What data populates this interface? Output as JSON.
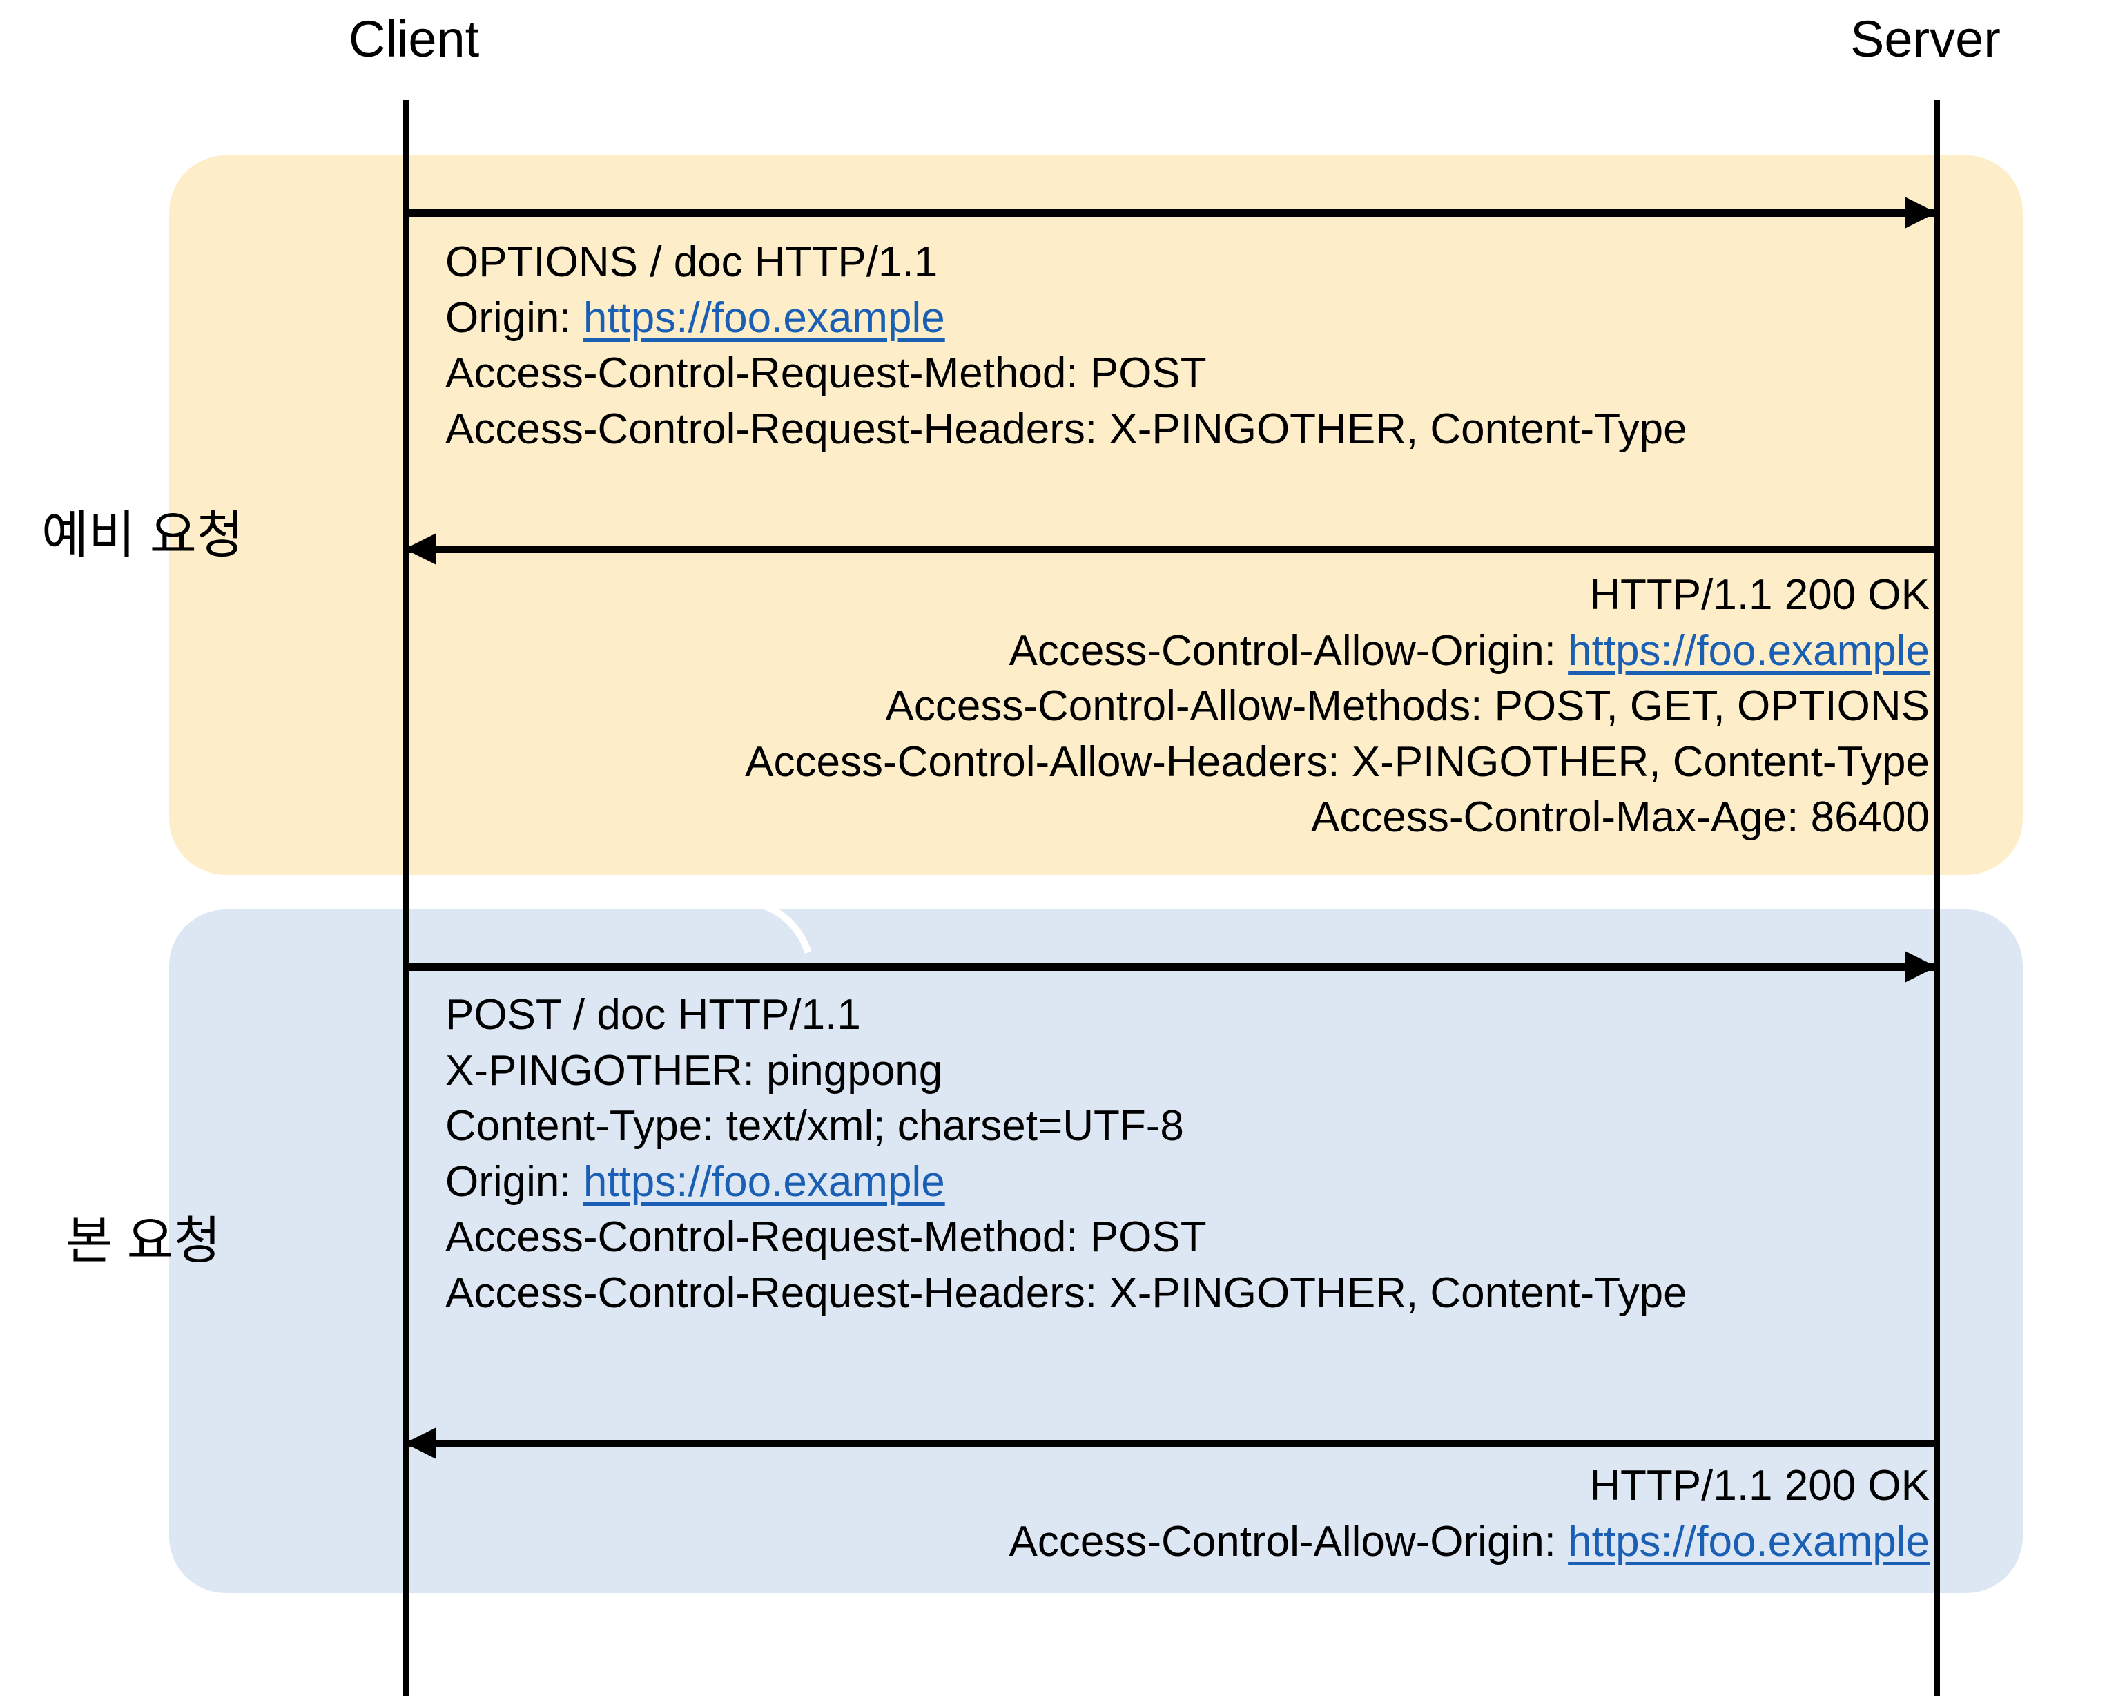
{
  "diagram": {
    "title_actors": {
      "client": "Client",
      "server": "Server"
    },
    "phases": [
      {
        "id": "preflight",
        "label": "예비 요청",
        "color": "#fdeec9"
      },
      {
        "id": "actual",
        "label": "본 요청",
        "color": "#dde7f3"
      }
    ],
    "link_color": "#1a5fb4",
    "messages": [
      {
        "id": "preflight-request",
        "direction": "client-to-server",
        "align": "left",
        "lines": [
          {
            "text": "OPTIONS / doc HTTP/1.1"
          },
          {
            "prefix": "Origin: ",
            "link": "https://foo.example"
          },
          {
            "text": "Access-Control-Request-Method: POST"
          },
          {
            "text": "Access-Control-Request-Headers: X-PINGOTHER, Content-Type"
          }
        ]
      },
      {
        "id": "preflight-response",
        "direction": "server-to-client",
        "align": "right",
        "lines": [
          {
            "text": "HTTP/1.1 200 OK"
          },
          {
            "prefix": "Access-Control-Allow-Origin: ",
            "link": "https://foo.example"
          },
          {
            "text": "Access-Control-Allow-Methods: POST, GET, OPTIONS"
          },
          {
            "text": "Access-Control-Allow-Headers: X-PINGOTHER, Content-Type"
          },
          {
            "text": "Access-Control-Max-Age: 86400"
          }
        ]
      },
      {
        "id": "actual-request",
        "direction": "client-to-server",
        "align": "left",
        "lines": [
          {
            "text": "POST / doc HTTP/1.1"
          },
          {
            "text": "X-PINGOTHER: pingpong"
          },
          {
            "text": "Content-Type: text/xml; charset=UTF-8"
          },
          {
            "prefix": "Origin: ",
            "link": "https://foo.example"
          },
          {
            "text": "Access-Control-Request-Method: POST"
          },
          {
            "text": "Access-Control-Request-Headers: X-PINGOTHER, Content-Type"
          }
        ]
      },
      {
        "id": "actual-response",
        "direction": "server-to-client",
        "align": "right",
        "lines": [
          {
            "text": "HTTP/1.1 200 OK"
          },
          {
            "prefix": "Access-Control-Allow-Origin: ",
            "link": "https://foo.example"
          }
        ]
      }
    ]
  }
}
